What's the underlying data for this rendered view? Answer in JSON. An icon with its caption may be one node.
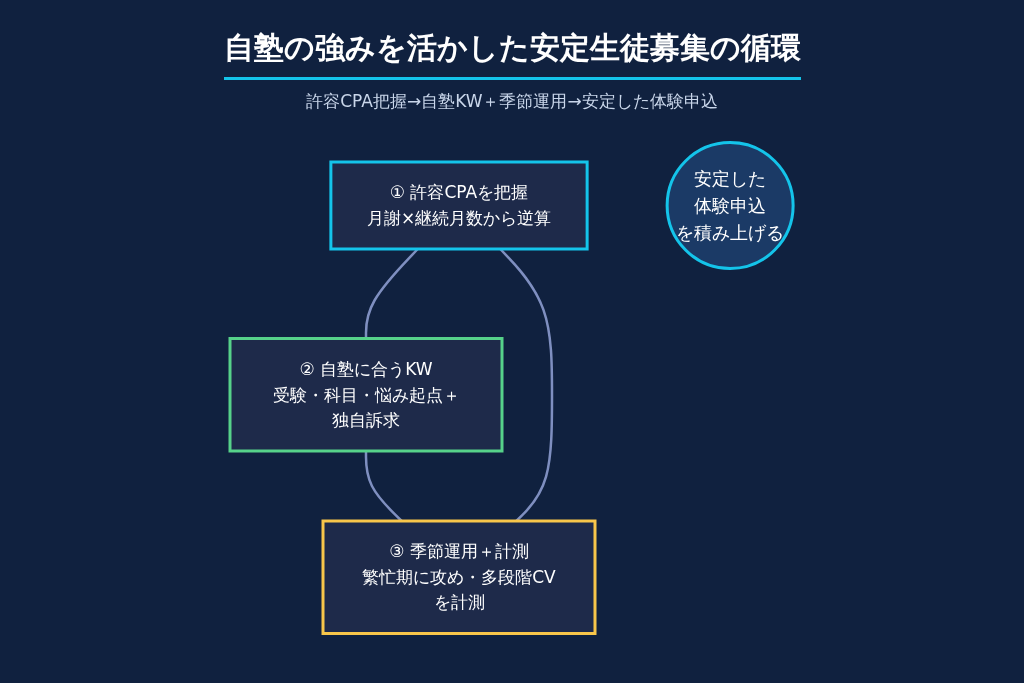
{
  "diagram": {
    "title": "自塾の強みを活かした安定生徒募集の循環",
    "nodes": [
      {
        "text": [
          "① 許容CPAを把握",
          "月謝×継続月数から逆算"
        ]
      },
      {
        "text": [
          "安定した",
          "体験申込",
          "を積み上げる"
        ]
      },
      {
        "text": [
          "③ 季節運用＋計測",
          "繁忙期に攻め・多段階CVを計測"
        ]
      },
      {
        "text": [
          "② 自塾に合うKW",
          "受験・科目・悩み起点＋独自訴求"
        ]
      }
    ],
    "edges": [
      {
        "from": 0,
        "to": 3,
        "arrow": "none"
      },
      {
        "from": 3,
        "to": 2,
        "arrow": "none"
      },
      {
        "from": 2,
        "to": 0,
        "arrow": "none"
      }
    ],
    "labels": [
      "許容CPA把握→自塾KW＋季節運用→安定した体験申込"
    ]
  }
}
